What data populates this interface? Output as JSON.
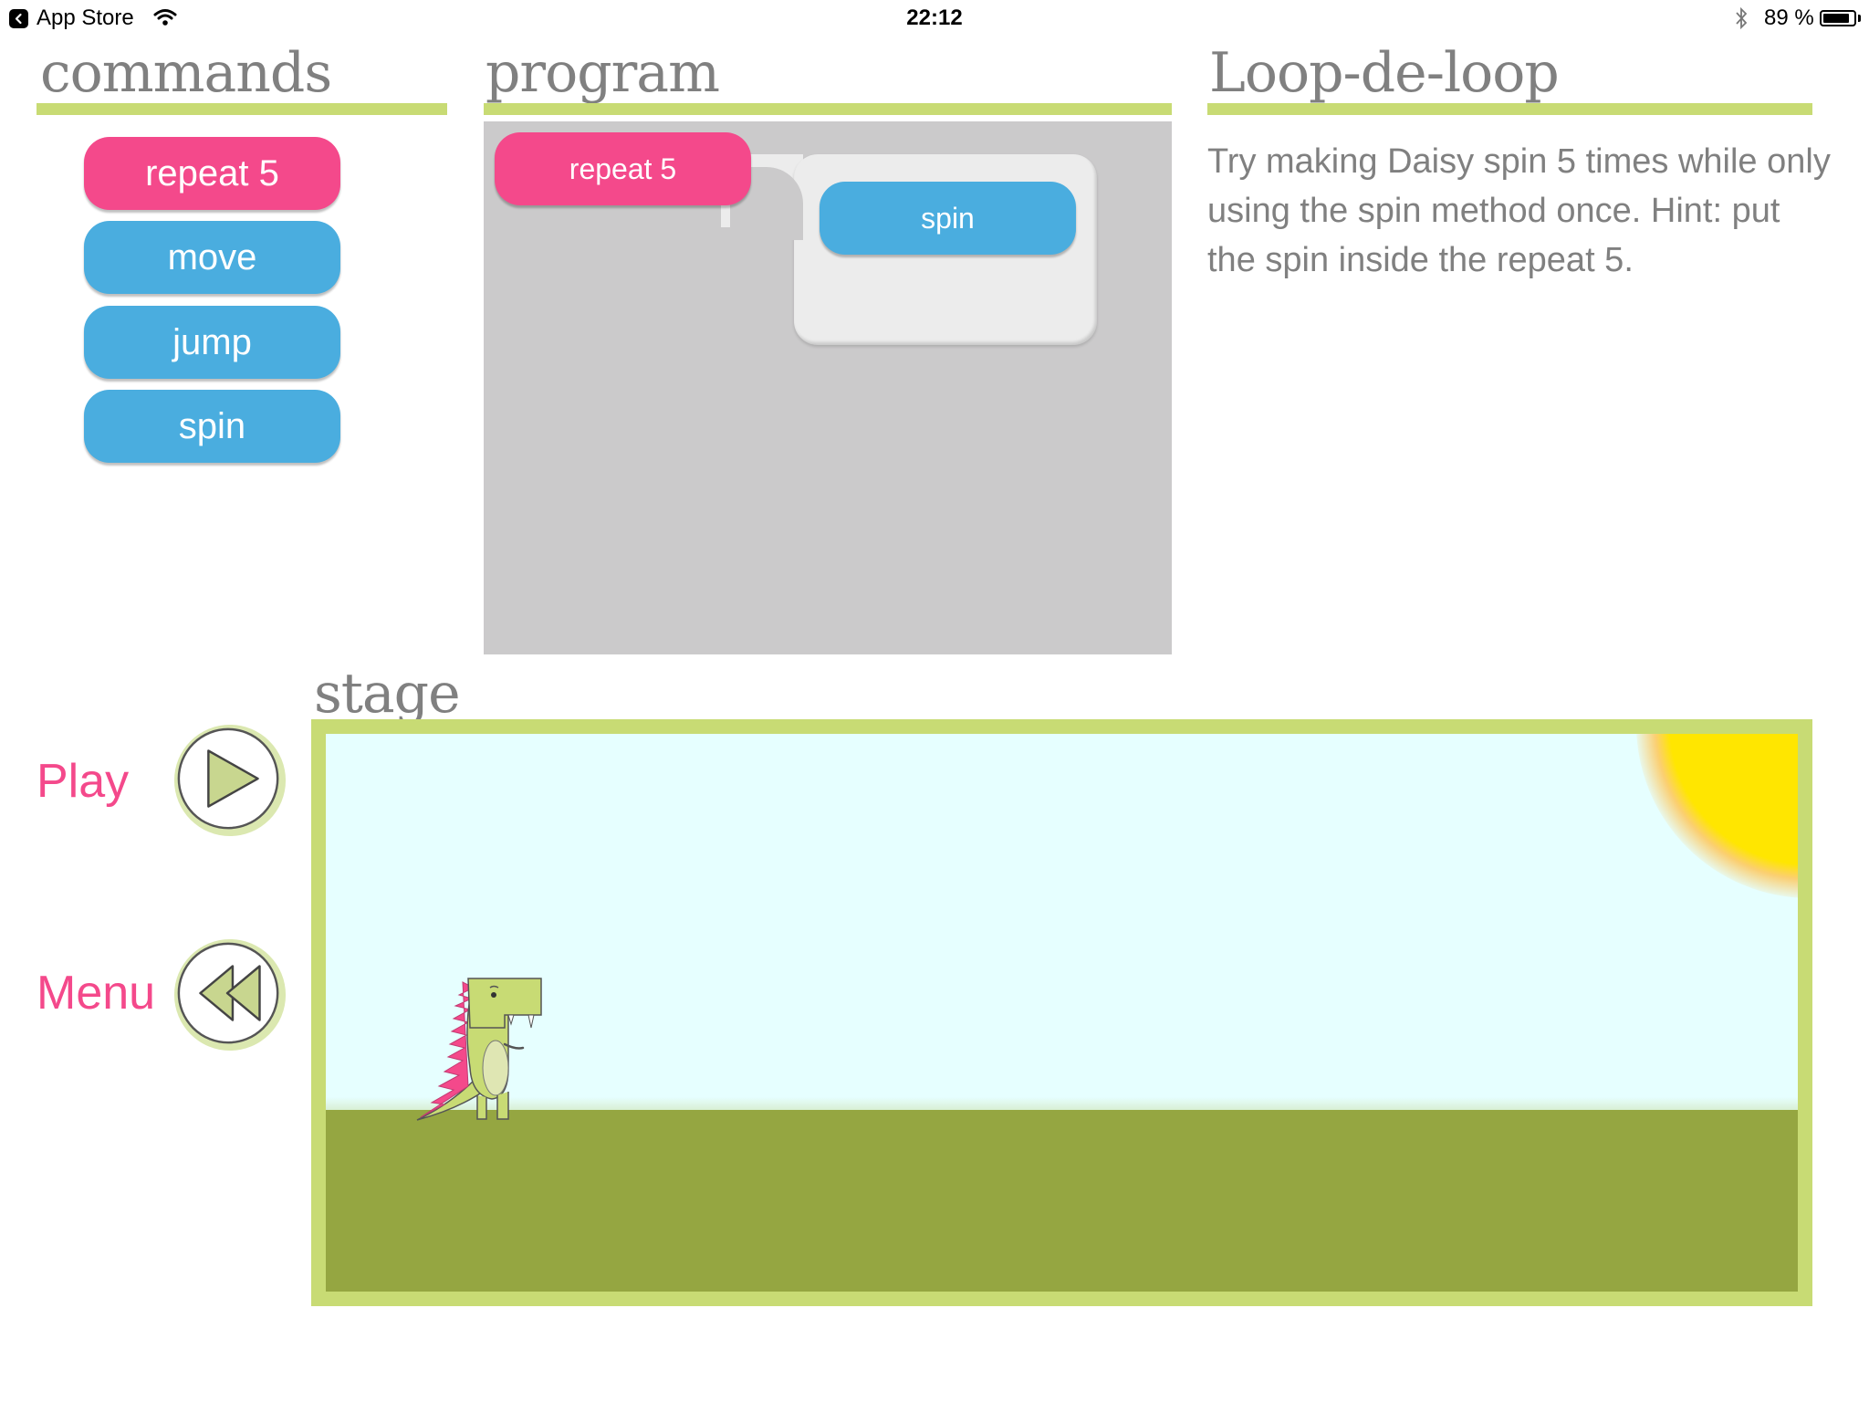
{
  "status_bar": {
    "app": "App Store",
    "time": "22:12",
    "battery_percent": "89 %",
    "battery_level": 0.89
  },
  "commands": {
    "title": "commands",
    "items": [
      {
        "label": "repeat 5",
        "kind": "loop"
      },
      {
        "label": "move",
        "kind": "action"
      },
      {
        "label": "jump",
        "kind": "action"
      },
      {
        "label": "spin",
        "kind": "action"
      }
    ]
  },
  "program": {
    "title": "program",
    "blocks": [
      {
        "label": "repeat 5"
      },
      {
        "label": "spin"
      }
    ]
  },
  "lesson": {
    "title": "Loop-de-loop",
    "text": "Try making Daisy spin 5 times while only using the spin method once. Hint: put the spin inside the repeat 5."
  },
  "controls": {
    "play_label": "Play",
    "menu_label": "Menu"
  },
  "stage": {
    "title": "stage"
  },
  "colors": {
    "accent_green": "#c8db74",
    "command_pink": "#f4498b",
    "command_blue": "#4aaddf",
    "heading_gray": "#808080",
    "ground": "#95a641",
    "sky": "#e6ffff",
    "sun": "#ffe600"
  },
  "icons": {
    "play": "play-triangle-icon",
    "menu": "rewind-icon",
    "character": "dinosaur-icon"
  }
}
